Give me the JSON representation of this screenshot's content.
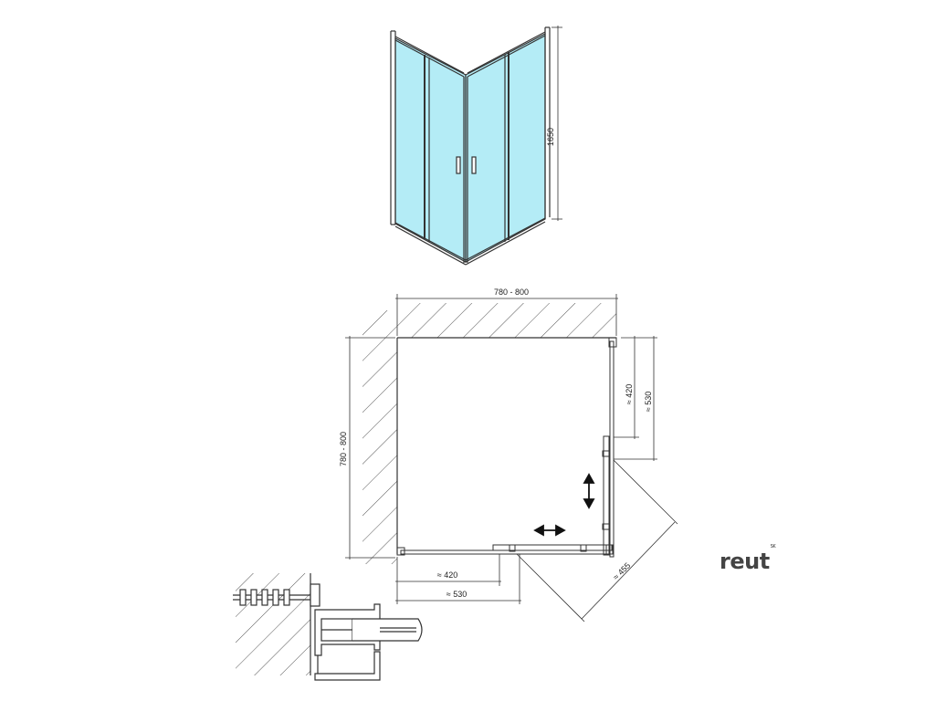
{
  "dimensions": {
    "height": "1650",
    "width_top": "780 - 800",
    "width_left": "780 - 800",
    "door_right_420": "≈ 420",
    "door_right_530": "≈ 530",
    "door_bottom_420": "≈ 420",
    "door_bottom_530": "≈ 530",
    "diagonal": "≈ 455"
  },
  "brand": {
    "name": "reut",
    "suffix": "SK"
  },
  "colors": {
    "glass": "#b4ecf6",
    "line": "#333333",
    "brand": "#444444"
  },
  "icons": [
    "double-arrow-vertical-icon",
    "double-arrow-horizontal-icon"
  ]
}
